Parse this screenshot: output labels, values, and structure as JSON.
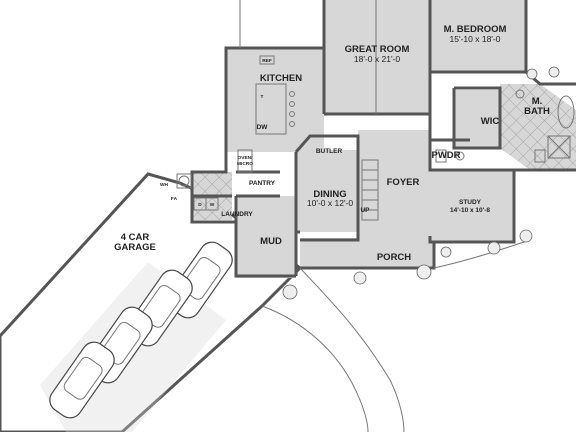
{
  "rooms": {
    "great_room": {
      "name": "GREAT ROOM",
      "size": "18'-0 x 21'-0"
    },
    "m_bedroom": {
      "name": "M. BEDROOM",
      "size": "15'-10 x 18'-0"
    },
    "kitchen": {
      "name": "KITCHEN"
    },
    "m_bath": {
      "name_line1": "M.",
      "name_line2": "BATH"
    },
    "wic": {
      "name": "WIC"
    },
    "pwdr": {
      "name": "PWDR"
    },
    "butler": {
      "name": "BUTLER"
    },
    "foyer": {
      "name": "FOYER"
    },
    "dining": {
      "name": "DINING",
      "size": "10'-0 x 12'-0"
    },
    "pantry": {
      "name": "PANTRY"
    },
    "laundry": {
      "name": "LAUNDRY"
    },
    "mud": {
      "name": "MUD"
    },
    "study": {
      "name": "STUDY",
      "size": "14'-10 x 10'-8"
    },
    "porch": {
      "name": "PORCH"
    },
    "garage": {
      "name_line1": "4 CAR",
      "name_line2": "GARAGE"
    }
  },
  "fixtures": {
    "ref": "REF",
    "oven_line1": "OVEN/",
    "oven_line2": "MICRO",
    "dw": "DW",
    "t": "T",
    "up": "UP",
    "wh": "WH",
    "fa": "FA",
    "d": "D",
    "w": "W"
  },
  "colors": {
    "floor_gray": "#d7d7d7",
    "wall": "#555555",
    "background": "#ffffff"
  }
}
